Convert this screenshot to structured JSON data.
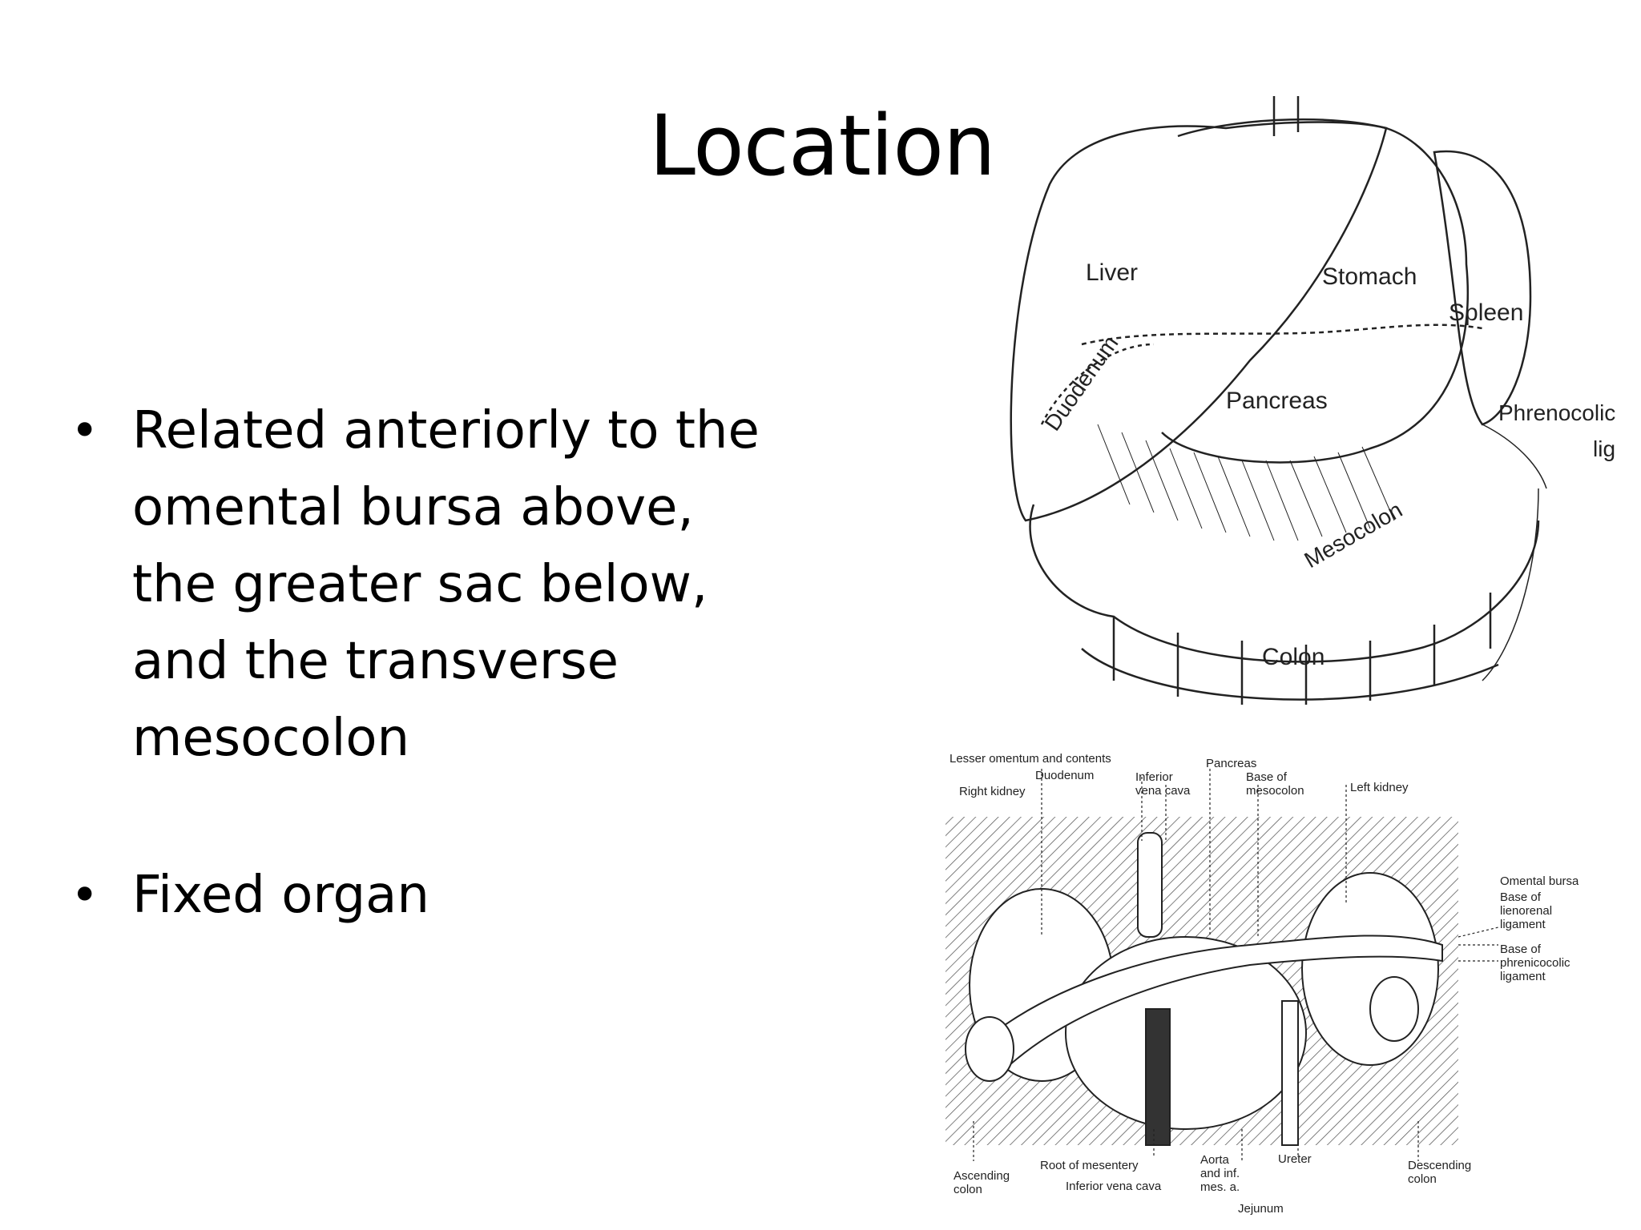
{
  "slide": {
    "title": "Location",
    "bullets": [
      "Related anteriorly to the omental bursa above, the greater sac below, and the transverse mesocolon",
      "Fixed organ"
    ]
  },
  "figure_top": {
    "labels": {
      "liver": "Liver",
      "stomach": "Stomach",
      "spleen": "Spleen",
      "duodenum": "Duodenum",
      "pancreas": "Pancreas",
      "phrenocolic_1": "Phrenocolic",
      "phrenocolic_2": "lig",
      "mesocolon": "Mesocolon",
      "colon": "Colon"
    }
  },
  "figure_bottom": {
    "labels": {
      "lesser_omentum": "Lesser omentum and contents",
      "pancreas": "Pancreas",
      "duodenum": "Duodenum",
      "inferior_vena_cava_1": "Inferior",
      "inferior_vena_cava_2": "vena cava",
      "base_mesocolon_1": "Base of",
      "base_mesocolon_2": "mesocolon",
      "right_kidney": "Right kidney",
      "left_kidney": "Left kidney",
      "omental_bursa": "Omental bursa",
      "lienorenal_1": "Base of",
      "lienorenal_2": "lienorenal",
      "lienorenal_3": "ligament",
      "phrenicocolic_1": "Base of",
      "phrenicocolic_2": "phrenicocolic",
      "phrenicocolic_3": "ligament",
      "ascending_colon_1": "Ascending",
      "ascending_colon_2": "colon",
      "root_mesentery": "Root of mesentery",
      "inferior_vena_cava_b": "Inferior vena cava",
      "aorta_1": "Aorta",
      "aorta_2": "and inf.",
      "aorta_3": "mes. a.",
      "ureter": "Ureter",
      "descending_colon_1": "Descending",
      "descending_colon_2": "colon",
      "jejunum": "Jejunum"
    }
  }
}
